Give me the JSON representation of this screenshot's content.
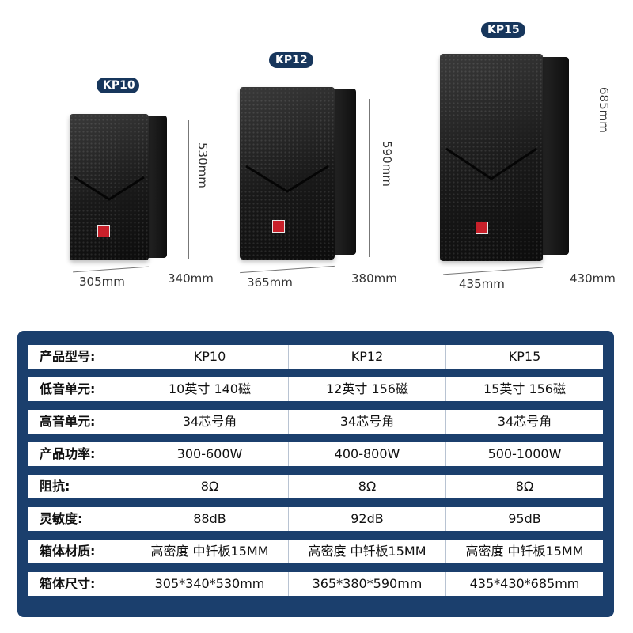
{
  "products": [
    {
      "model": "KP10",
      "dims": {
        "width": "305mm",
        "depth": "340mm",
        "height": "530mm"
      }
    },
    {
      "model": "KP12",
      "dims": {
        "width": "365mm",
        "depth": "380mm",
        "height": "590mm"
      }
    },
    {
      "model": "KP15",
      "dims": {
        "width": "435mm",
        "depth": "430mm",
        "height": "685mm"
      }
    }
  ],
  "colors": {
    "panel": "#1b3f6d",
    "badge": "#17365c",
    "logo": "#c8202a"
  },
  "specs": {
    "rows": [
      {
        "label": "产品型号:",
        "values": [
          "KP10",
          "KP12",
          "KP15"
        ]
      },
      {
        "label": "低音单元:",
        "values": [
          "10英寸 140磁",
          "12英寸 156磁",
          "15英寸 156磁"
        ]
      },
      {
        "label": "高音单元:",
        "values": [
          "34芯号角",
          "34芯号角",
          "34芯号角"
        ]
      },
      {
        "label": "产品功率:",
        "values": [
          "300-600W",
          "400-800W",
          "500-1000W"
        ]
      },
      {
        "label": "阻抗:",
        "values": [
          "8Ω",
          "8Ω",
          "8Ω"
        ]
      },
      {
        "label": "灵敏度:",
        "values": [
          "88dB",
          "92dB",
          "95dB"
        ]
      },
      {
        "label": "箱体材质:",
        "values": [
          "高密度 中钎板15MM",
          "高密度 中钎板15MM",
          "高密度 中钎板15MM"
        ]
      },
      {
        "label": "箱体尺寸:",
        "values": [
          "305*340*530mm",
          "365*380*590mm",
          "435*430*685mm"
        ]
      }
    ]
  }
}
